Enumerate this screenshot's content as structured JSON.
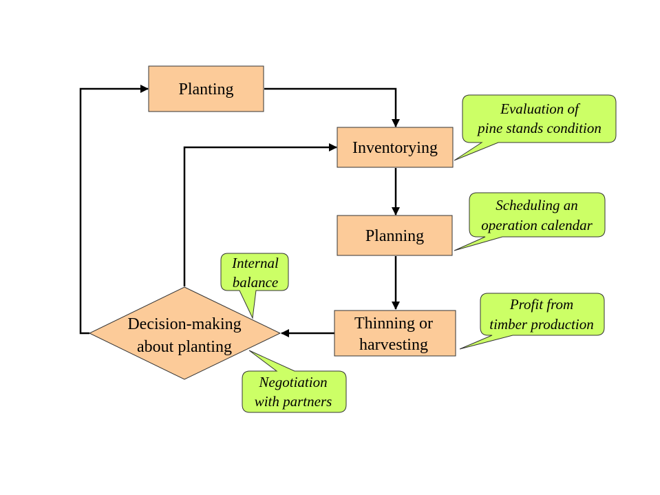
{
  "colors": {
    "process_fill": "#fccb99",
    "process_stroke": "#333333",
    "callout_fill": "#ccff66",
    "callout_stroke": "#333333",
    "connector": "#000000",
    "background": "#ffffff"
  },
  "nodes": {
    "planting": {
      "label": "Planting"
    },
    "inventorying": {
      "label": "Inventorying"
    },
    "planning": {
      "label": "Planning"
    },
    "thinning": {
      "lines": [
        "Thinning or",
        "harvesting"
      ]
    },
    "decision": {
      "lines": [
        "Decision-making",
        "about planting"
      ]
    }
  },
  "callouts": {
    "evaluation": {
      "lines": [
        "Evaluation of",
        "pine stands condition"
      ]
    },
    "scheduling": {
      "lines": [
        "Scheduling an",
        "operation calendar"
      ]
    },
    "profit": {
      "lines": [
        "Profit from",
        "timber production"
      ]
    },
    "internal": {
      "lines": [
        "Internal",
        "balance"
      ]
    },
    "negotiation": {
      "lines": [
        "Negotiation",
        "with partners"
      ]
    }
  }
}
